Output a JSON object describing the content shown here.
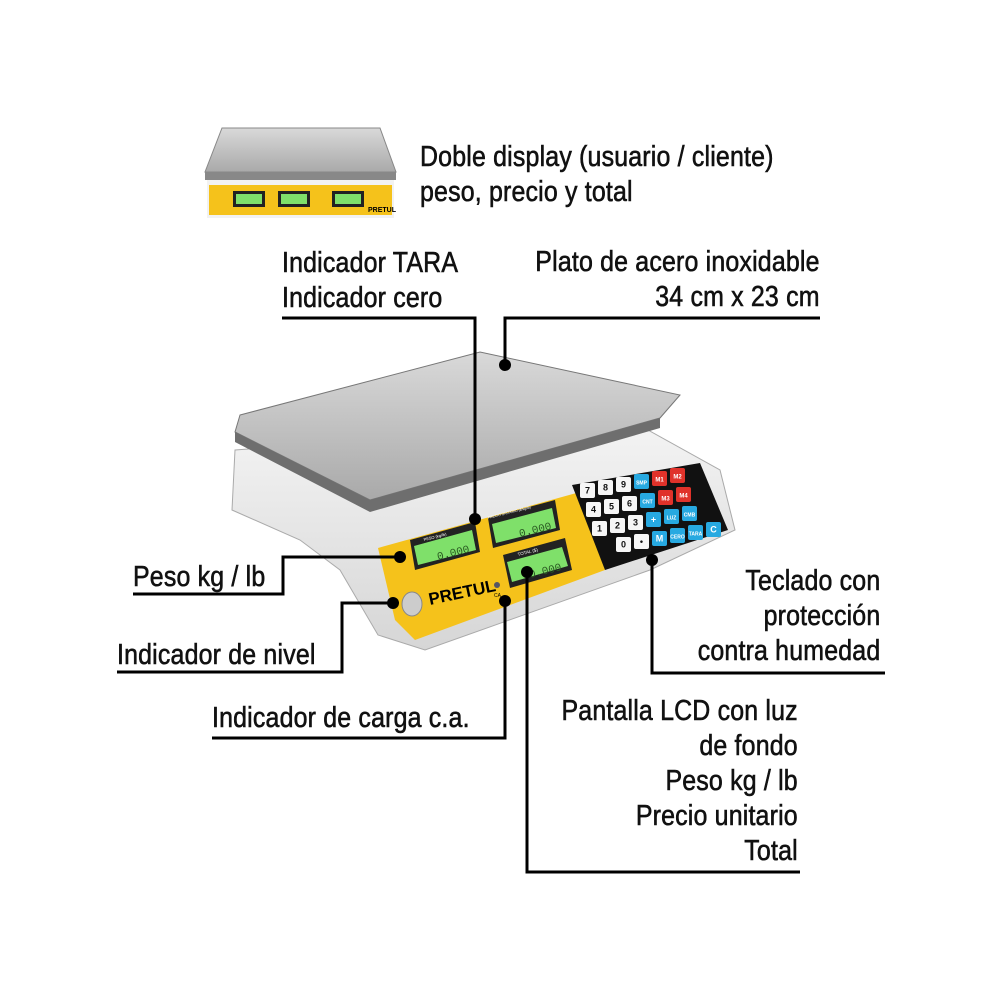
{
  "labels": {
    "double_display": [
      "Doble display (usuario / cliente)",
      "peso, precio y total"
    ],
    "indicators": [
      "Indicador TARA",
      "Indicador cero"
    ],
    "plate": [
      "Plato de acero inoxidable",
      "34 cm x 23 cm"
    ],
    "weight_units": "Peso kg / lb",
    "level": "Indicador de nivel",
    "charge": "Indicador de carga c.a.",
    "keypad": [
      "Teclado con",
      "protección",
      "contra humedad"
    ],
    "lcd": [
      "Pantalla LCD con luz",
      "de fondo",
      "Peso kg / lb",
      "Precio unitario",
      "Total"
    ]
  },
  "product": {
    "brand": "PRETUL",
    "display_weight_title": "PESO (kg/lb)",
    "display_price_title": "PRECIO UNITARIO ($/kg/lb)",
    "display_total_title": "TOTAL ($)",
    "display_digits": "0.000",
    "ca_label": "CA",
    "keys_numeric": [
      "7",
      "8",
      "9",
      "4",
      "5",
      "6",
      "1",
      "2",
      "3",
      "0",
      "•"
    ],
    "keys_function": [
      "SMP",
      "M1",
      "M2",
      "CNT",
      "M3",
      "M4",
      "+",
      "LUZ",
      "CMB",
      "M",
      "CERO",
      "TARA",
      "C"
    ]
  },
  "colors": {
    "yellow": "#f5c21b",
    "lcd": "#7fe06a",
    "key_red": "#e0322a",
    "key_blue": "#27a9e1",
    "line": "#000000"
  }
}
